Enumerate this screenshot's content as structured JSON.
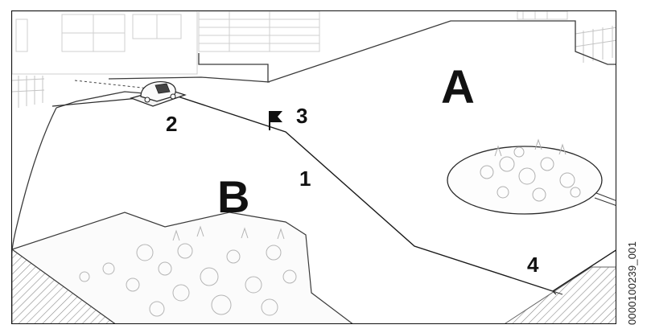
{
  "figure": {
    "zone_labels": {
      "zone_a": "A",
      "zone_b": "B"
    },
    "callouts": {
      "c1": "1",
      "c2": "2",
      "c3": "3",
      "c4": "4"
    },
    "document_code": "0000100239_001",
    "line_color": "#1a1a1a",
    "sketch_color": "#c8c8c8"
  }
}
